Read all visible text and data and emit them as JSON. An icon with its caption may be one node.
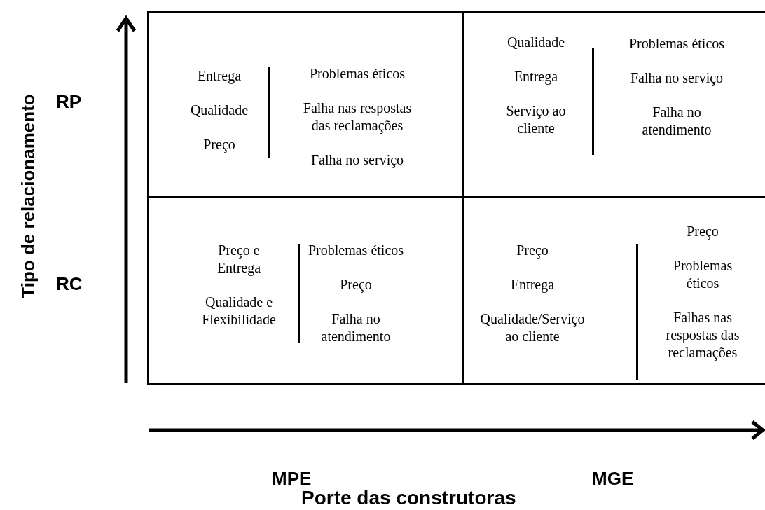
{
  "diagram": {
    "nodes": [
      {
        "text": [
          "Entrega",
          "Qualidade",
          "Preço",
          "Problemas éticos",
          "Falha nas respostas das reclamações",
          "Falha no serviço"
        ]
      },
      {
        "text": [
          "Qualidade",
          "Entrega",
          "Serviço ao cliente",
          "Problemas éticos",
          "Falha no serviço",
          "Falha no atendimento"
        ]
      },
      {
        "text": [
          "Preço e Entrega",
          "Qualidade e Flexibilidade",
          "Problemas éticos",
          "Preço",
          "Falha no atendimento"
        ]
      },
      {
        "text": [
          "Preço",
          "Entrega",
          "Qualidade/Serviço ao cliente",
          "Preço",
          "Problemas éticos",
          "Falhas nas respostas das reclamações"
        ]
      }
    ],
    "edges": [],
    "labels": [
      "Tipo de relacionamento",
      "RP",
      "RC",
      "MPE",
      "MGE",
      "Porte das construtoras"
    ]
  }
}
